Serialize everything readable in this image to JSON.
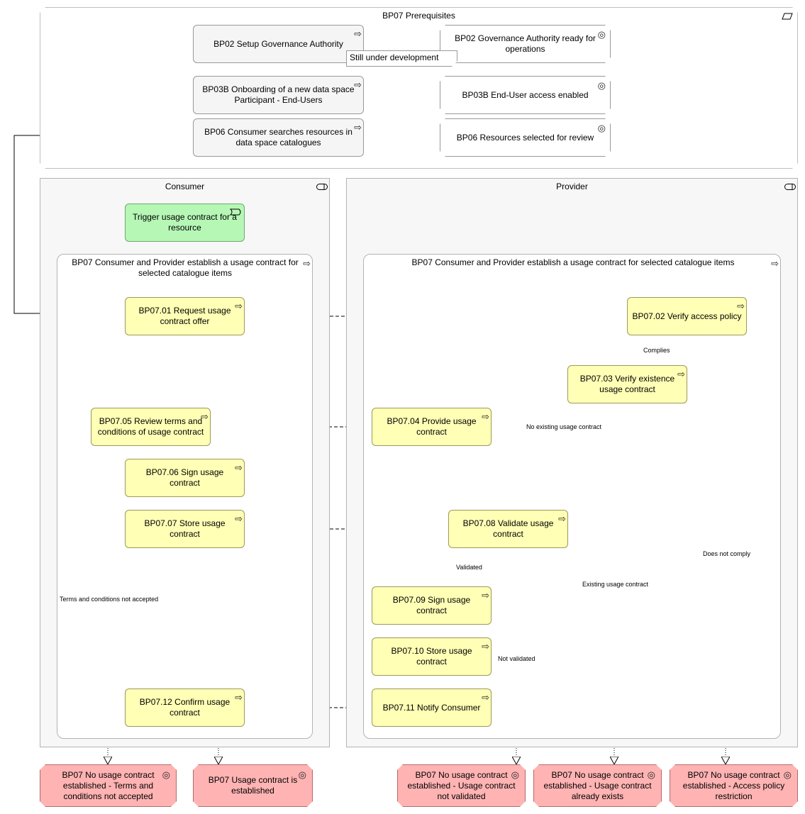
{
  "prerequisites": {
    "title": "BP07 Prerequisites",
    "items": [
      {
        "process": "BP02 Setup Governance Authority",
        "outcome": "BP02 Governance Authority ready for operations",
        "note": "Still under development"
      },
      {
        "process": "BP03B Onboarding of a new data space Participant - End-Users",
        "outcome": "BP03B End-User access enabled"
      },
      {
        "process": "BP06 Consumer searches resources in data space catalogues",
        "outcome": "BP06 Resources selected for review"
      }
    ]
  },
  "lanes": {
    "consumer": {
      "title": "Consumer",
      "trigger": "Trigger usage contract for a resource",
      "group_title": "BP07 Consumer and Provider establish a usage contract for selected catalogue items"
    },
    "provider": {
      "title": "Provider",
      "group_title": "BP07 Consumer and Provider establish a usage contract for selected catalogue items"
    }
  },
  "steps": {
    "s01": "BP07.01 Request usage contract offer",
    "s02": "BP07.02 Verify access policy",
    "s03": "BP07.03 Verify existence usage contract",
    "s04": "BP07.04 Provide usage contract",
    "s05": "BP07.05 Review terms and conditions of usage contract",
    "s06": "BP07.06 Sign usage contract",
    "s07": "BP07.07 Store usage contract",
    "s08": "BP07.08 Validate usage contract",
    "s09": "BP07.09 Sign usage contract",
    "s10": "BP07.10 Store usage contract",
    "s11": "BP07.11 Notify Consumer",
    "s12": "BP07.12 Confirm usage contract"
  },
  "edge_labels": {
    "complies": "Complies",
    "no_existing": "No existing usage contract",
    "validated": "Validated",
    "not_validated": "Not validated",
    "existing": "Existing usage contract",
    "does_not_comply": "Does not comply",
    "terms_not_accepted": "Terms and conditions not accepted"
  },
  "outcomes": {
    "o1": "BP07 No usage contract established - Terms and conditions not accepted",
    "o2": "BP07 Usage contract is established",
    "o3": "BP07 No usage contract established - Usage contract not validated",
    "o4": "BP07 No usage contract established - Usage contract already exists",
    "o5": "BP07 No usage contract established - Access policy restriction"
  },
  "icons": {
    "process": "process-arrow-icon",
    "outcome": "target-icon",
    "event": "event-icon",
    "collapse": "lane-toggle-icon",
    "grouping": "grouping-icon"
  }
}
